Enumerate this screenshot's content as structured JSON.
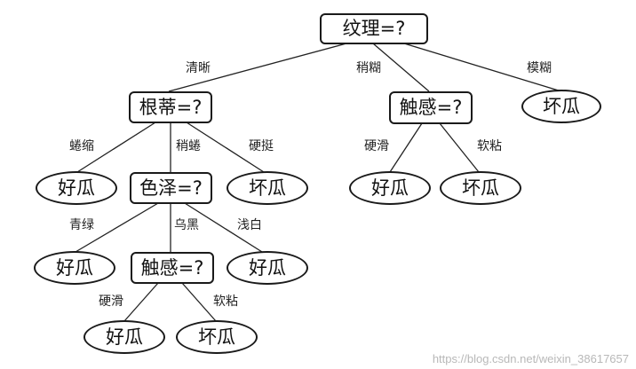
{
  "tree": {
    "nodes": {
      "root": "纹理=?",
      "n_gendi": "根蒂=?",
      "n_chugan1": "触感=?",
      "n_bad1": "坏瓜",
      "n_good1": "好瓜",
      "n_sez": "色泽=?",
      "n_bad2": "坏瓜",
      "n_good2": "好瓜",
      "n_bad3": "坏瓜",
      "n_good3": "好瓜",
      "n_chugan2": "触感=?",
      "n_good4": "好瓜",
      "n_good5": "好瓜",
      "n_bad4": "坏瓜"
    },
    "edges": {
      "root_gendi": "清晰",
      "root_chugan1": "稍糊",
      "root_bad1": "模糊",
      "gendi_good1": "蜷缩",
      "gendi_sez": "稍蜷",
      "gendi_bad2": "硬挺",
      "chugan1_good2": "硬滑",
      "chugan1_bad3": "软粘",
      "sez_good3": "青绿",
      "sez_chugan2": "乌黑",
      "sez_good4": "浅白",
      "chugan2_good5": "硬滑",
      "chugan2_bad4": "软粘"
    }
  },
  "watermark": "https://blog.csdn.net/weixin_38617657"
}
